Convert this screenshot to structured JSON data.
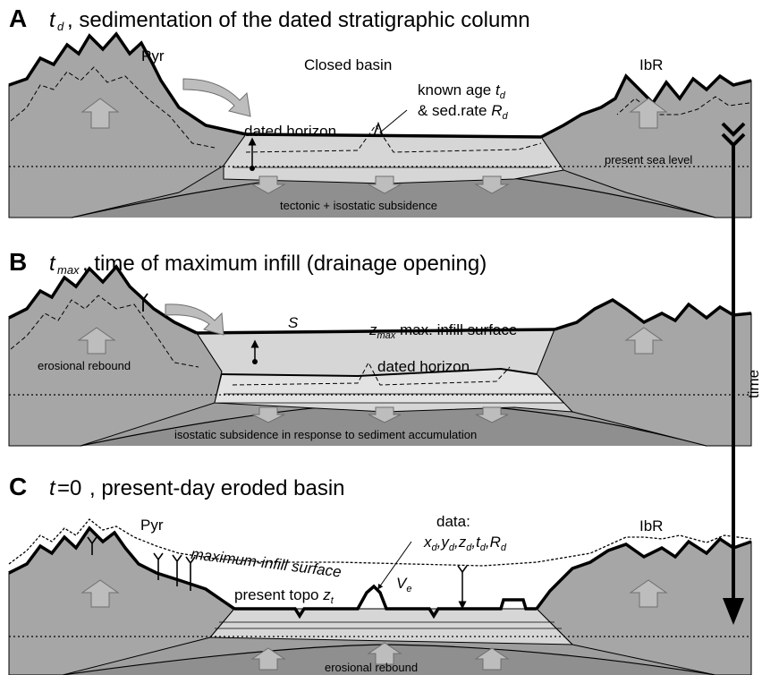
{
  "panels": {
    "a": {
      "letter": "A",
      "var": "t",
      "var_sub": "d",
      "title": ", sedimentation of the dated stratigraphic column",
      "left_range": "Pyr",
      "right_range": "IbR",
      "closed_basin": "Closed basin",
      "known_age_1": "known age ",
      "known_age_var": "t",
      "known_age_sub": "d",
      "sed_rate_1": "& sed.rate ",
      "sed_rate_var": "R",
      "sed_rate_sub": "d",
      "dated_horizon": "dated horizon",
      "sea_level": "present sea level",
      "subsidence": "tectonic + isostatic subsidence"
    },
    "b": {
      "letter": "B",
      "var": "t",
      "var_sub": "max",
      "title": ", time of maximum infill (drainage opening)",
      "s_label": "S",
      "zmax_var": "z",
      "zmax_sub": "max",
      "max_infill": " max. infill surface",
      "dated_horizon": "dated horizon",
      "erosional_rebound": "erosional rebound",
      "subsidence": "isostatic subsidence in response to sediment accumulation"
    },
    "c": {
      "letter": "C",
      "var": "t",
      "title_eq": "=0",
      "title": " , present-day eroded basin",
      "left_range": "Pyr",
      "right_range": "IbR",
      "data_label": "data:",
      "data_vars": "x",
      "max_infill_surface": "maximum-infill surface",
      "present_topo": "present topo ",
      "present_topo_var": "z",
      "present_topo_sub": "t",
      "ve_var": "V",
      "ve_sub": "e",
      "erosional_rebound": "erosional rebound"
    }
  },
  "time_axis_label": "time",
  "colors": {
    "mountain": "#a6a6a6",
    "basement": "#9e9e9e",
    "deep_basement": "#8f8f8f",
    "sediment": "#d6d6d6",
    "sediment_light": "#e3e3e3",
    "arrow_fill": "#bdbdbd",
    "arrow_stroke": "#6e6e6e"
  }
}
